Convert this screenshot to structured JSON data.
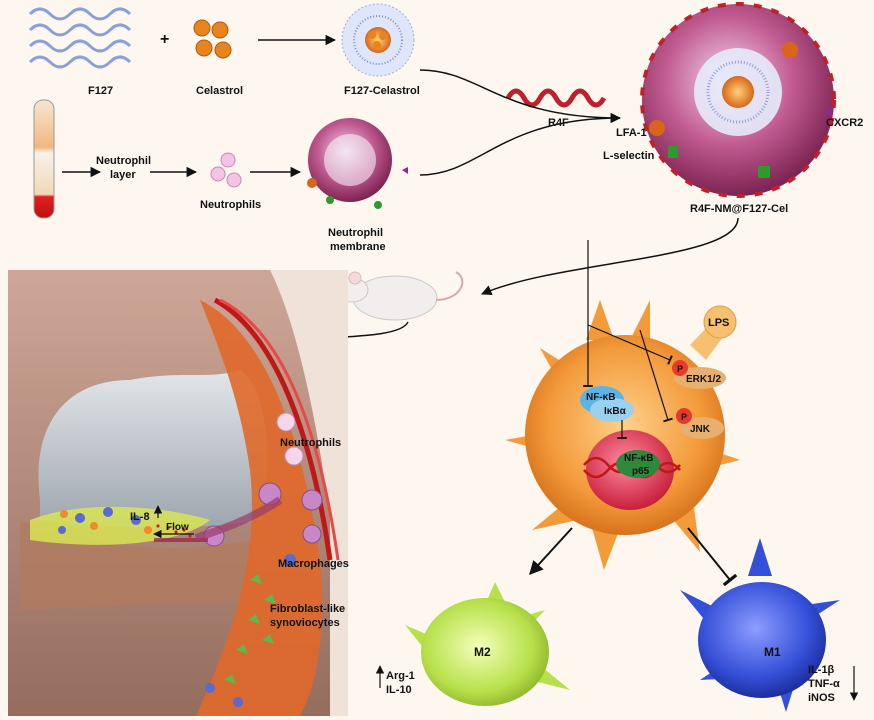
{
  "labels": {
    "f127": "F127",
    "celastrol": "Celastrol",
    "f127_celastrol": "F127-Celastrol",
    "r4f": "R4F",
    "neutrophil_layer_1": "Neutrophil",
    "neutrophil_layer_2": "layer",
    "neutrophils_cells": "Neutrophils",
    "membrane_1": "Neutrophil",
    "membrane_2": "membrane",
    "lfa1": "LFA-1",
    "lselectin": "L-selectin",
    "cxcr2": "CXCR2",
    "nanoparticle": "R4F-NM@F127-Cel",
    "joint_neutrophils": "Neutrophils",
    "macrophages": "Macrophages",
    "fls_1": "Fibroblast-like",
    "fls_2": "synoviocytes",
    "il8": "IL-8",
    "flow": "Flow",
    "lps": "LPS",
    "p1": "P",
    "p2": "P",
    "erk": "ERK1/2",
    "jnk": "JNK",
    "nfkb": "NF-κB",
    "ikba": "IκBα",
    "nfkb_p65_1": "NF-κB",
    "nfkb_p65_2": "p65",
    "m2": "M2",
    "m1": "M1",
    "arg1": "Arg-1",
    "il10": "IL-10",
    "il1b": "IL-1β",
    "tnfa": "TNF-α",
    "inos": "iNOS",
    "plus": "+"
  },
  "colors": {
    "background": "#fdf7f0",
    "f127_wave": "#8aa0d8",
    "celastrol": "#e8841e",
    "nanoparticle_shell": "#b0447a",
    "r4f": "#c0202a",
    "macrophage": "#f39a3a",
    "m2": "#b7e04a",
    "m1": "#3550d8",
    "blood": "#e03030"
  }
}
